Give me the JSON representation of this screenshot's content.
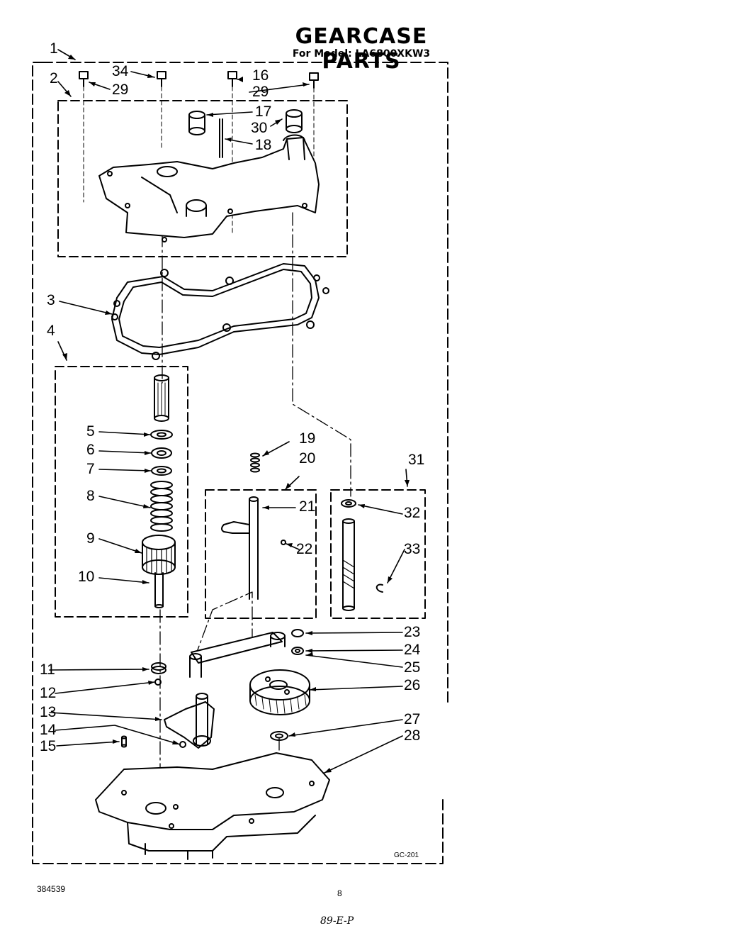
{
  "header": {
    "title": "GEARCASE PARTS",
    "model_line": "For Model: LA6800XKW3"
  },
  "callouts": {
    "c1": "1",
    "c2": "2",
    "c3": "3",
    "c4": "4",
    "c5": "5",
    "c6": "6",
    "c7": "7",
    "c8": "8",
    "c9": "9",
    "c10": "10",
    "c11": "11",
    "c12": "12",
    "c13": "13",
    "c14": "14",
    "c15": "15",
    "c16": "16",
    "c17": "17",
    "c18": "18",
    "c19": "19",
    "c20": "20",
    "c21": "21",
    "c22": "22",
    "c23": "23",
    "c24": "24",
    "c25": "25",
    "c26": "26",
    "c27": "27",
    "c28": "28",
    "c29a": "29",
    "c29b": "29",
    "c30": "30",
    "c31": "31",
    "c32": "32",
    "c33": "33",
    "c34": "34"
  },
  "footer": {
    "diagram_code": "GC-201",
    "doc_number": "384539",
    "page_number": "8",
    "handwritten_date": "89-E-P"
  }
}
